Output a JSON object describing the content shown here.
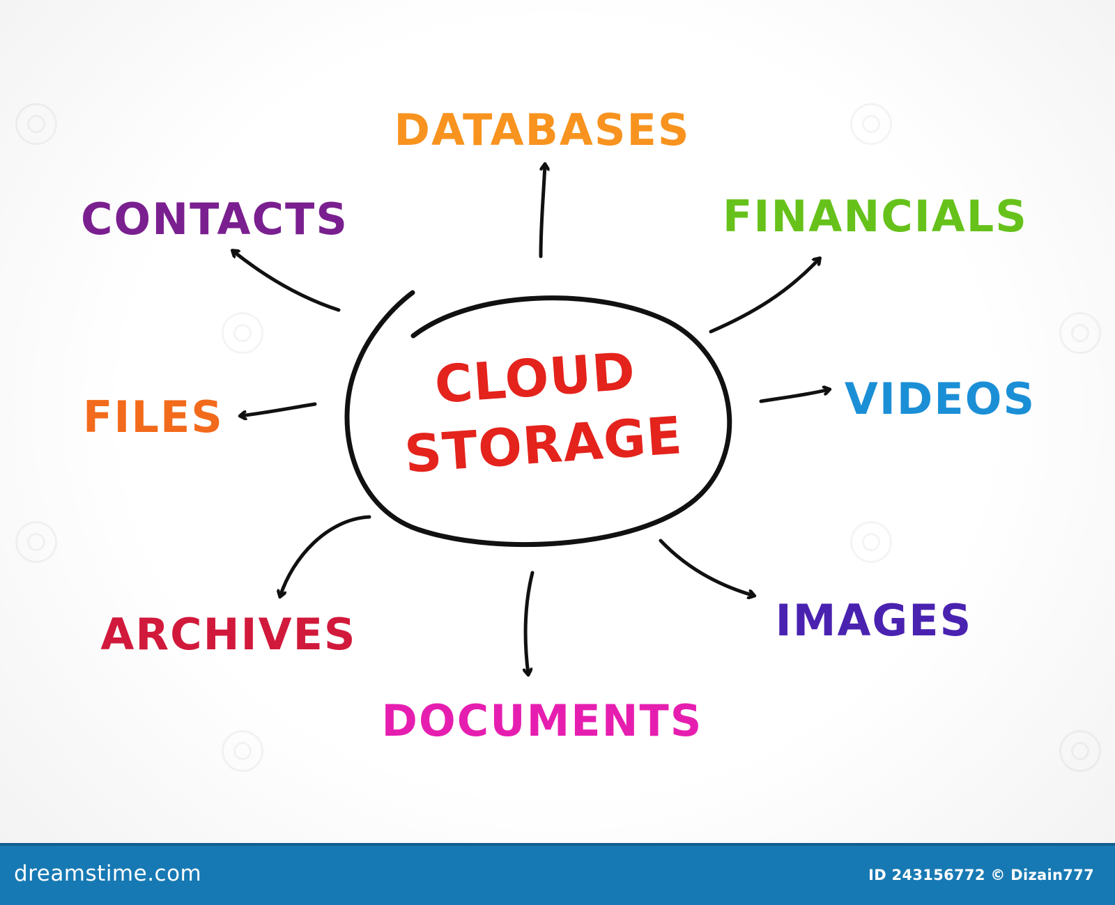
{
  "center": {
    "line1": "CLOUD",
    "line2": "STORAGE",
    "color": "#e3231c"
  },
  "nodes": [
    {
      "id": "databases",
      "label": "DATABASES",
      "color": "#f7931e"
    },
    {
      "id": "financials",
      "label": "FINANCIALS",
      "color": "#66c21a"
    },
    {
      "id": "videos",
      "label": "VIDEOS",
      "color": "#1b8fd6"
    },
    {
      "id": "images",
      "label": "IMAGES",
      "color": "#4a22b0"
    },
    {
      "id": "documents",
      "label": "DOCUMENTS",
      "color": "#e61eb0"
    },
    {
      "id": "archives",
      "label": "ARCHIVES",
      "color": "#d1193b"
    },
    {
      "id": "files",
      "label": "FILES",
      "color": "#f26a1b"
    },
    {
      "id": "contacts",
      "label": "CONTACTS",
      "color": "#7a1f8f"
    }
  ],
  "footer": {
    "logo": "dreamstime.com",
    "credit": "ID 243156772 © Dizain777"
  }
}
